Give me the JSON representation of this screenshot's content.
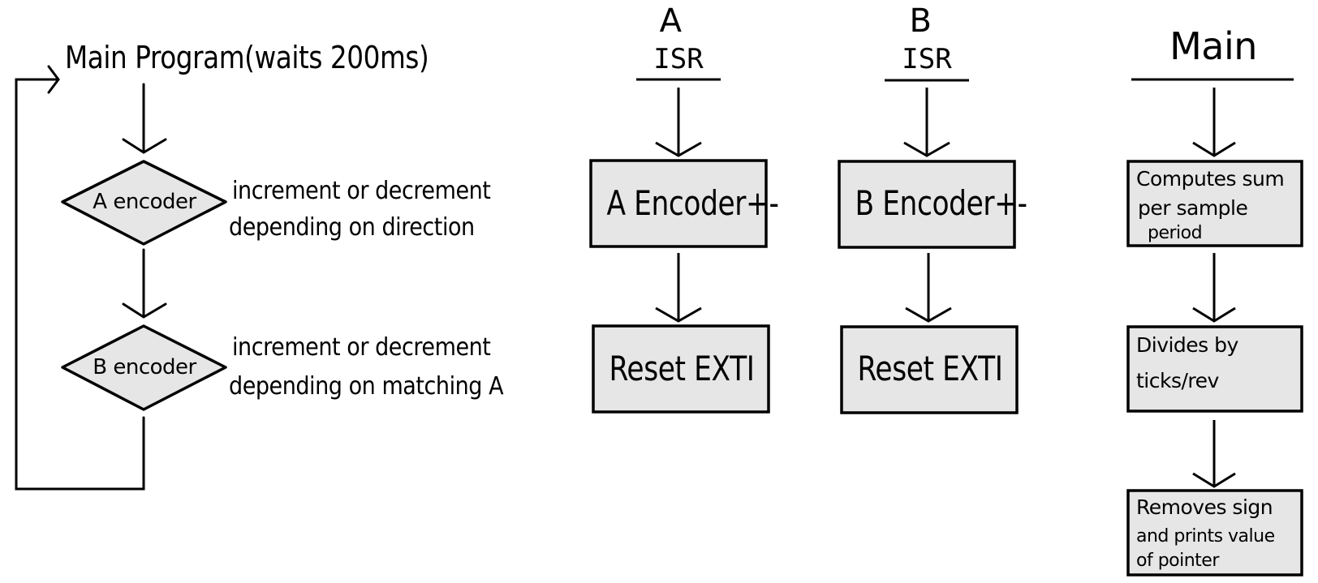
{
  "left_flow": {
    "title": "Main Program(waits 200ms)",
    "decision_a": "A encoder",
    "decision_a_note_1": "increment or decrement",
    "decision_a_note_2": "depending on direction",
    "decision_b": "B encoder",
    "decision_b_note_1": "increment or decrement",
    "decision_b_note_2": "depending on matching A"
  },
  "isr_a": {
    "letter": "A",
    "label": "ISR",
    "step1": "A Encoder+-",
    "step2": "Reset EXTI"
  },
  "isr_b": {
    "letter": "B",
    "label": "ISR",
    "step1": "B Encoder+-",
    "step2": "Reset EXTI"
  },
  "main_column": {
    "title": "Main",
    "step1_line1": "Computes sum",
    "step1_line2": "per sample",
    "step1_line3": "period",
    "step2_line1": "Divides by",
    "step2_line2": "ticks/rev",
    "step3_line1": "Removes sign",
    "step3_line2": "and prints value",
    "step3_line3": "of pointer"
  },
  "colors": {
    "stroke": "#000000",
    "box_fill": "#e6e6e6",
    "background": "#ffffff"
  }
}
